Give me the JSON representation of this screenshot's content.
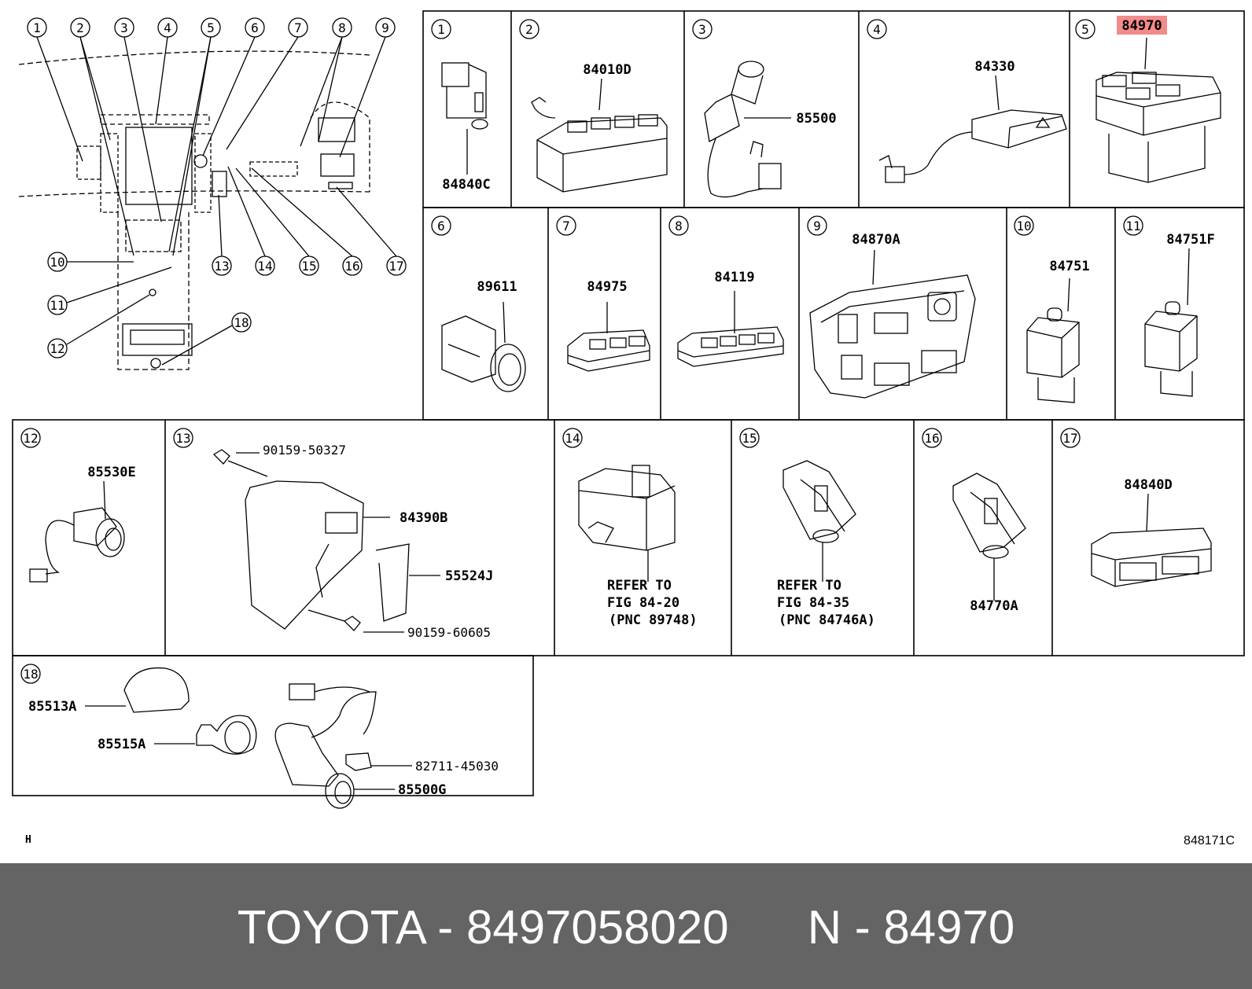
{
  "overview": {
    "callouts_top": [
      "1",
      "2",
      "3",
      "4",
      "5",
      "6",
      "7",
      "8",
      "9"
    ],
    "callouts_right": [
      "13",
      "14",
      "15",
      "16",
      "17"
    ],
    "callouts_left": [
      "10",
      "11",
      "12"
    ],
    "callout_bottom": "18"
  },
  "cells": [
    {
      "num": "1",
      "parts": [
        "84840C"
      ]
    },
    {
      "num": "2",
      "parts": [
        "84010D"
      ]
    },
    {
      "num": "3",
      "parts": [
        "85500"
      ]
    },
    {
      "num": "4",
      "parts": [
        "84330"
      ]
    },
    {
      "num": "5",
      "parts": [
        "84970"
      ]
    },
    {
      "num": "6",
      "parts": [
        "89611"
      ]
    },
    {
      "num": "7",
      "parts": [
        "84975"
      ]
    },
    {
      "num": "8",
      "parts": [
        "84119"
      ]
    },
    {
      "num": "9",
      "parts": [
        "84870A"
      ]
    },
    {
      "num": "10",
      "parts": [
        "84751"
      ]
    },
    {
      "num": "11",
      "parts": [
        "84751F"
      ]
    },
    {
      "num": "12",
      "parts": [
        "85530E"
      ]
    },
    {
      "num": "13",
      "parts": [
        "90159-50327",
        "84390B",
        "55524J",
        "90159-60605"
      ]
    },
    {
      "num": "14",
      "parts": [
        "REFER TO",
        "FIG 84-20",
        "(PNC 89748)"
      ]
    },
    {
      "num": "15",
      "parts": [
        "REFER TO",
        "FIG 84-35",
        "(PNC 84746A)"
      ]
    },
    {
      "num": "16",
      "parts": [
        "84770A"
      ]
    },
    {
      "num": "17",
      "parts": [
        "84840D"
      ]
    },
    {
      "num": "18",
      "parts": [
        "85513A",
        "85515A",
        "82711-45030",
        "85500G"
      ]
    }
  ],
  "highlight_color": "#f28b8b",
  "corner_left": "H",
  "corner_right": "848171C",
  "footer": {
    "brand": "TOYOTA",
    "sep1": " - ",
    "part_number": "8497058020",
    "gap": "      ",
    "n_label": "N",
    "sep2": " - ",
    "pnc": "84970"
  }
}
